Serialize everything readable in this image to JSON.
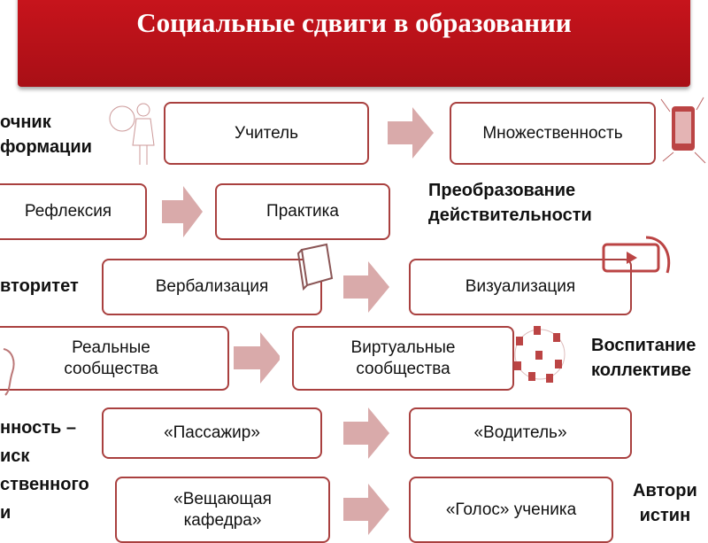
{
  "title": "Социальные сдвиги в образовании",
  "rows": [
    {
      "left_label": "очник\nформации",
      "from": "Учитель",
      "to": "Множественность"
    },
    {
      "from": "Рефлексия",
      "to": "Практика",
      "right_label": "Преобразование\nдействительности"
    },
    {
      "left_label": "вторитет",
      "from": "Вербализация",
      "to": "Визуализация"
    },
    {
      "from": "Реальные\nсообщества",
      "to": "Виртуальные\nсообщества",
      "right_label": "Воспитание\nколлективе"
    },
    {
      "left_label": "нность –\nиск\nственного\nи",
      "from": "«Пассажир»",
      "to": "«Водитель»"
    },
    {
      "from": "«Вещающая\nкафедра»",
      "to": "«Голос» ученика",
      "right_label": "Автори\nистин"
    }
  ],
  "colors": {
    "accent": "#c9141c",
    "border": "#a9403f",
    "arrow": "#d9aaaa"
  }
}
